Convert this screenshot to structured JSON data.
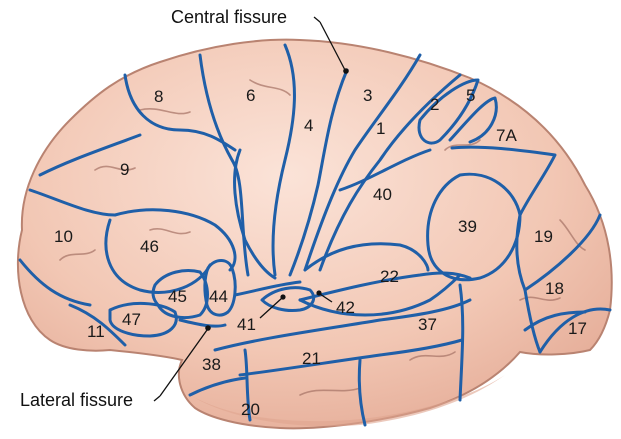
{
  "labels": {
    "central_fissure": "Central fissure",
    "lateral_fissure": "Lateral fissure"
  },
  "areas": {
    "a3": "3",
    "a2": "2",
    "a5": "5",
    "a6": "6",
    "a8": "8",
    "a4": "4",
    "a1": "1",
    "a7a": "7A",
    "a9": "9",
    "a40": "40",
    "a39": "39",
    "a19": "19",
    "a10": "10",
    "a46": "46",
    "a22": "22",
    "a18": "18",
    "a45": "45",
    "a44": "44",
    "a42": "42",
    "a41": "41",
    "a47": "47",
    "a37": "37",
    "a11": "11",
    "a17": "17",
    "a38": "38",
    "a21": "21",
    "a20": "20"
  },
  "colors": {
    "brain_fill": "#f2c7b4",
    "brain_outline": "#b98371",
    "boundary": "#1f5fa8"
  }
}
